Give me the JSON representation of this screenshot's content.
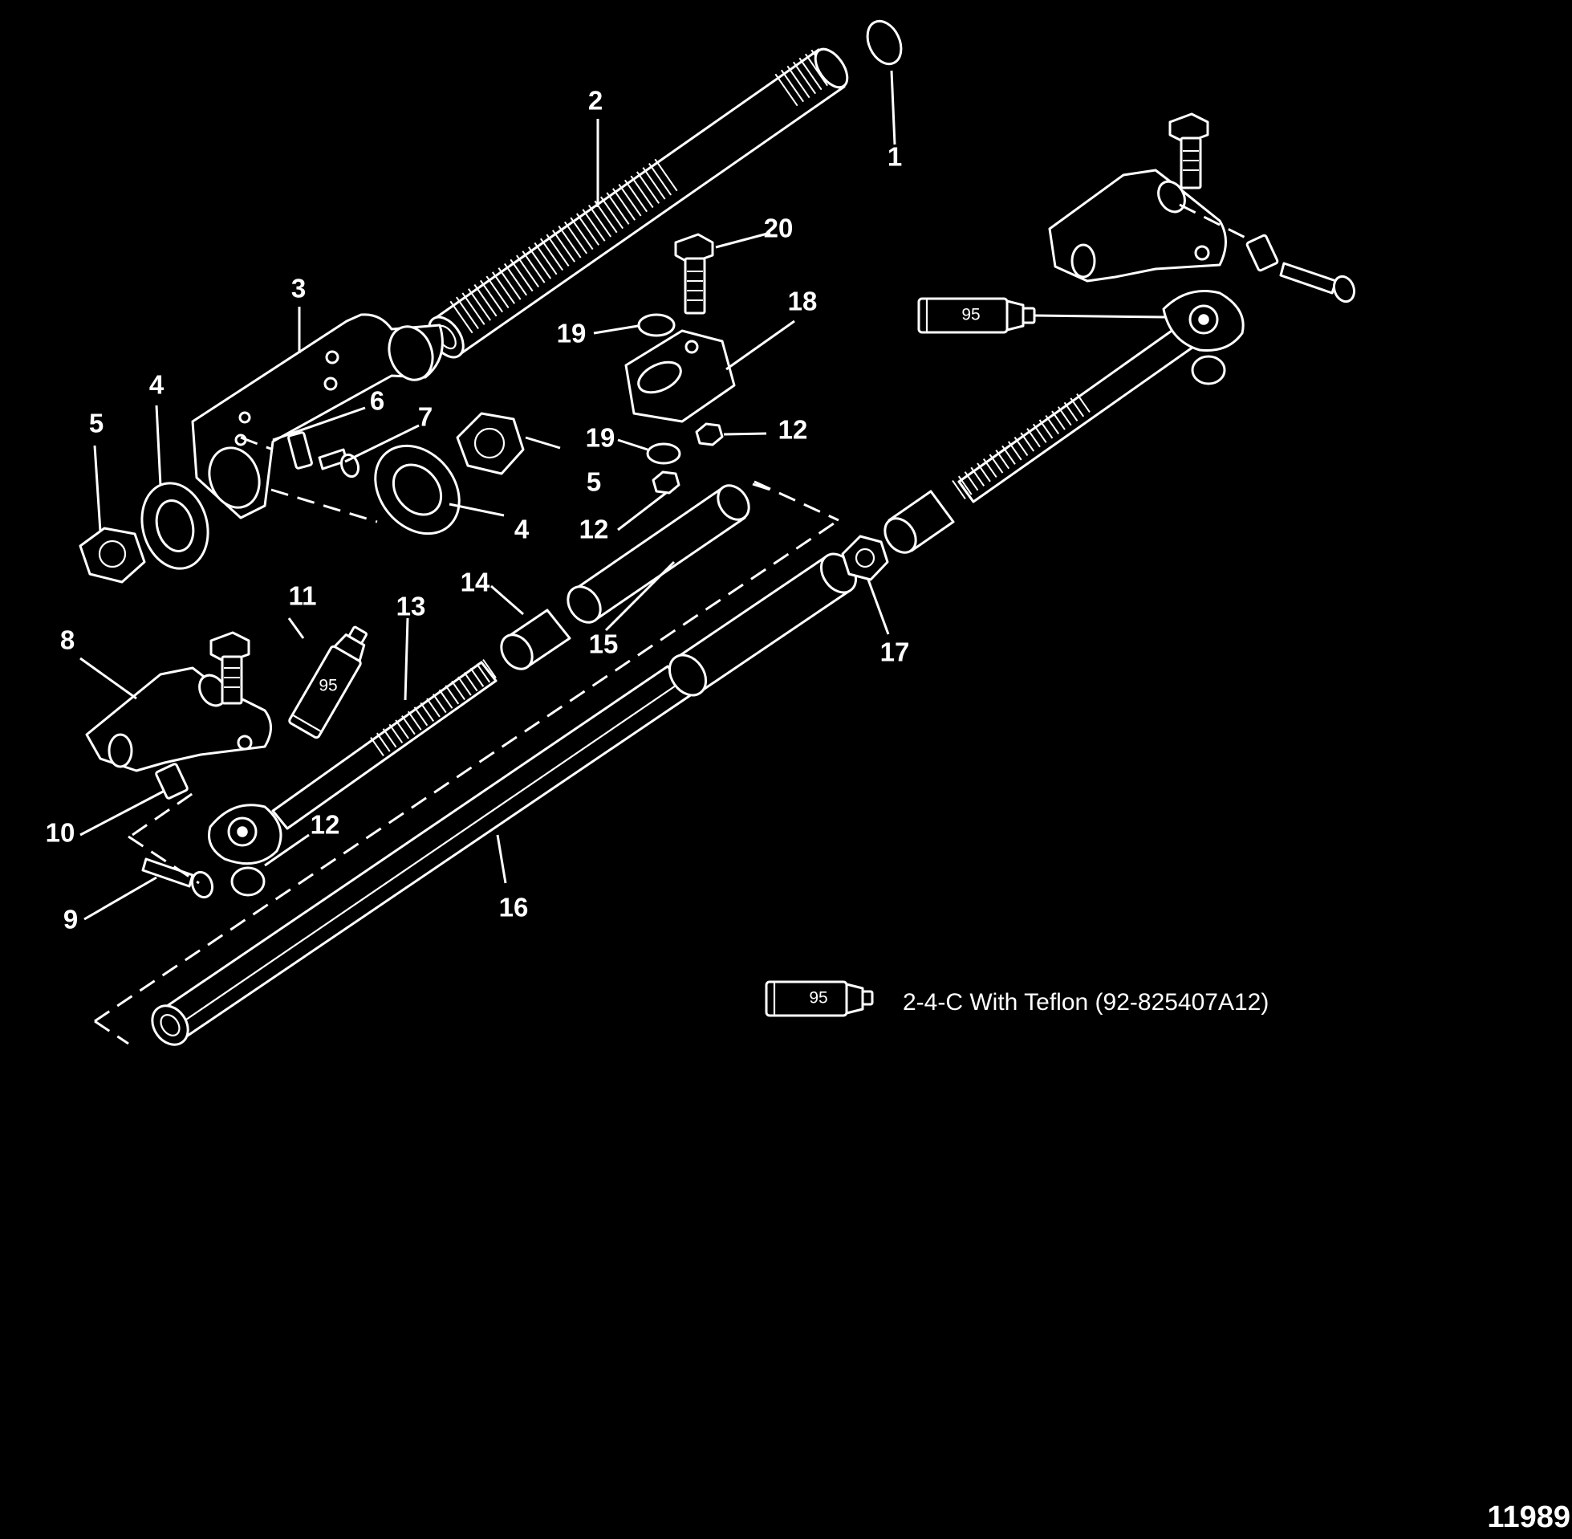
{
  "callouts": {
    "c1": "1",
    "c2": "2",
    "c3": "3",
    "c4a": "4",
    "c4b": "4",
    "c5a": "5",
    "c5b": "5",
    "c6": "6",
    "c7": "7",
    "c8": "8",
    "c9": "9",
    "c10": "10",
    "c11": "11",
    "c12a": "12",
    "c12b": "12",
    "c12c": "12",
    "c13": "13",
    "c14": "14",
    "c15": "15",
    "c16": "16",
    "c17": "17",
    "c18": "18",
    "c19a": "19",
    "c19b": "19",
    "c20": "20"
  },
  "sealant_tube": {
    "number": "95"
  },
  "legend": {
    "tube_number": "95",
    "text": "2-4-C  With Teflon (92-825407A12)"
  },
  "figure_number": "11989"
}
